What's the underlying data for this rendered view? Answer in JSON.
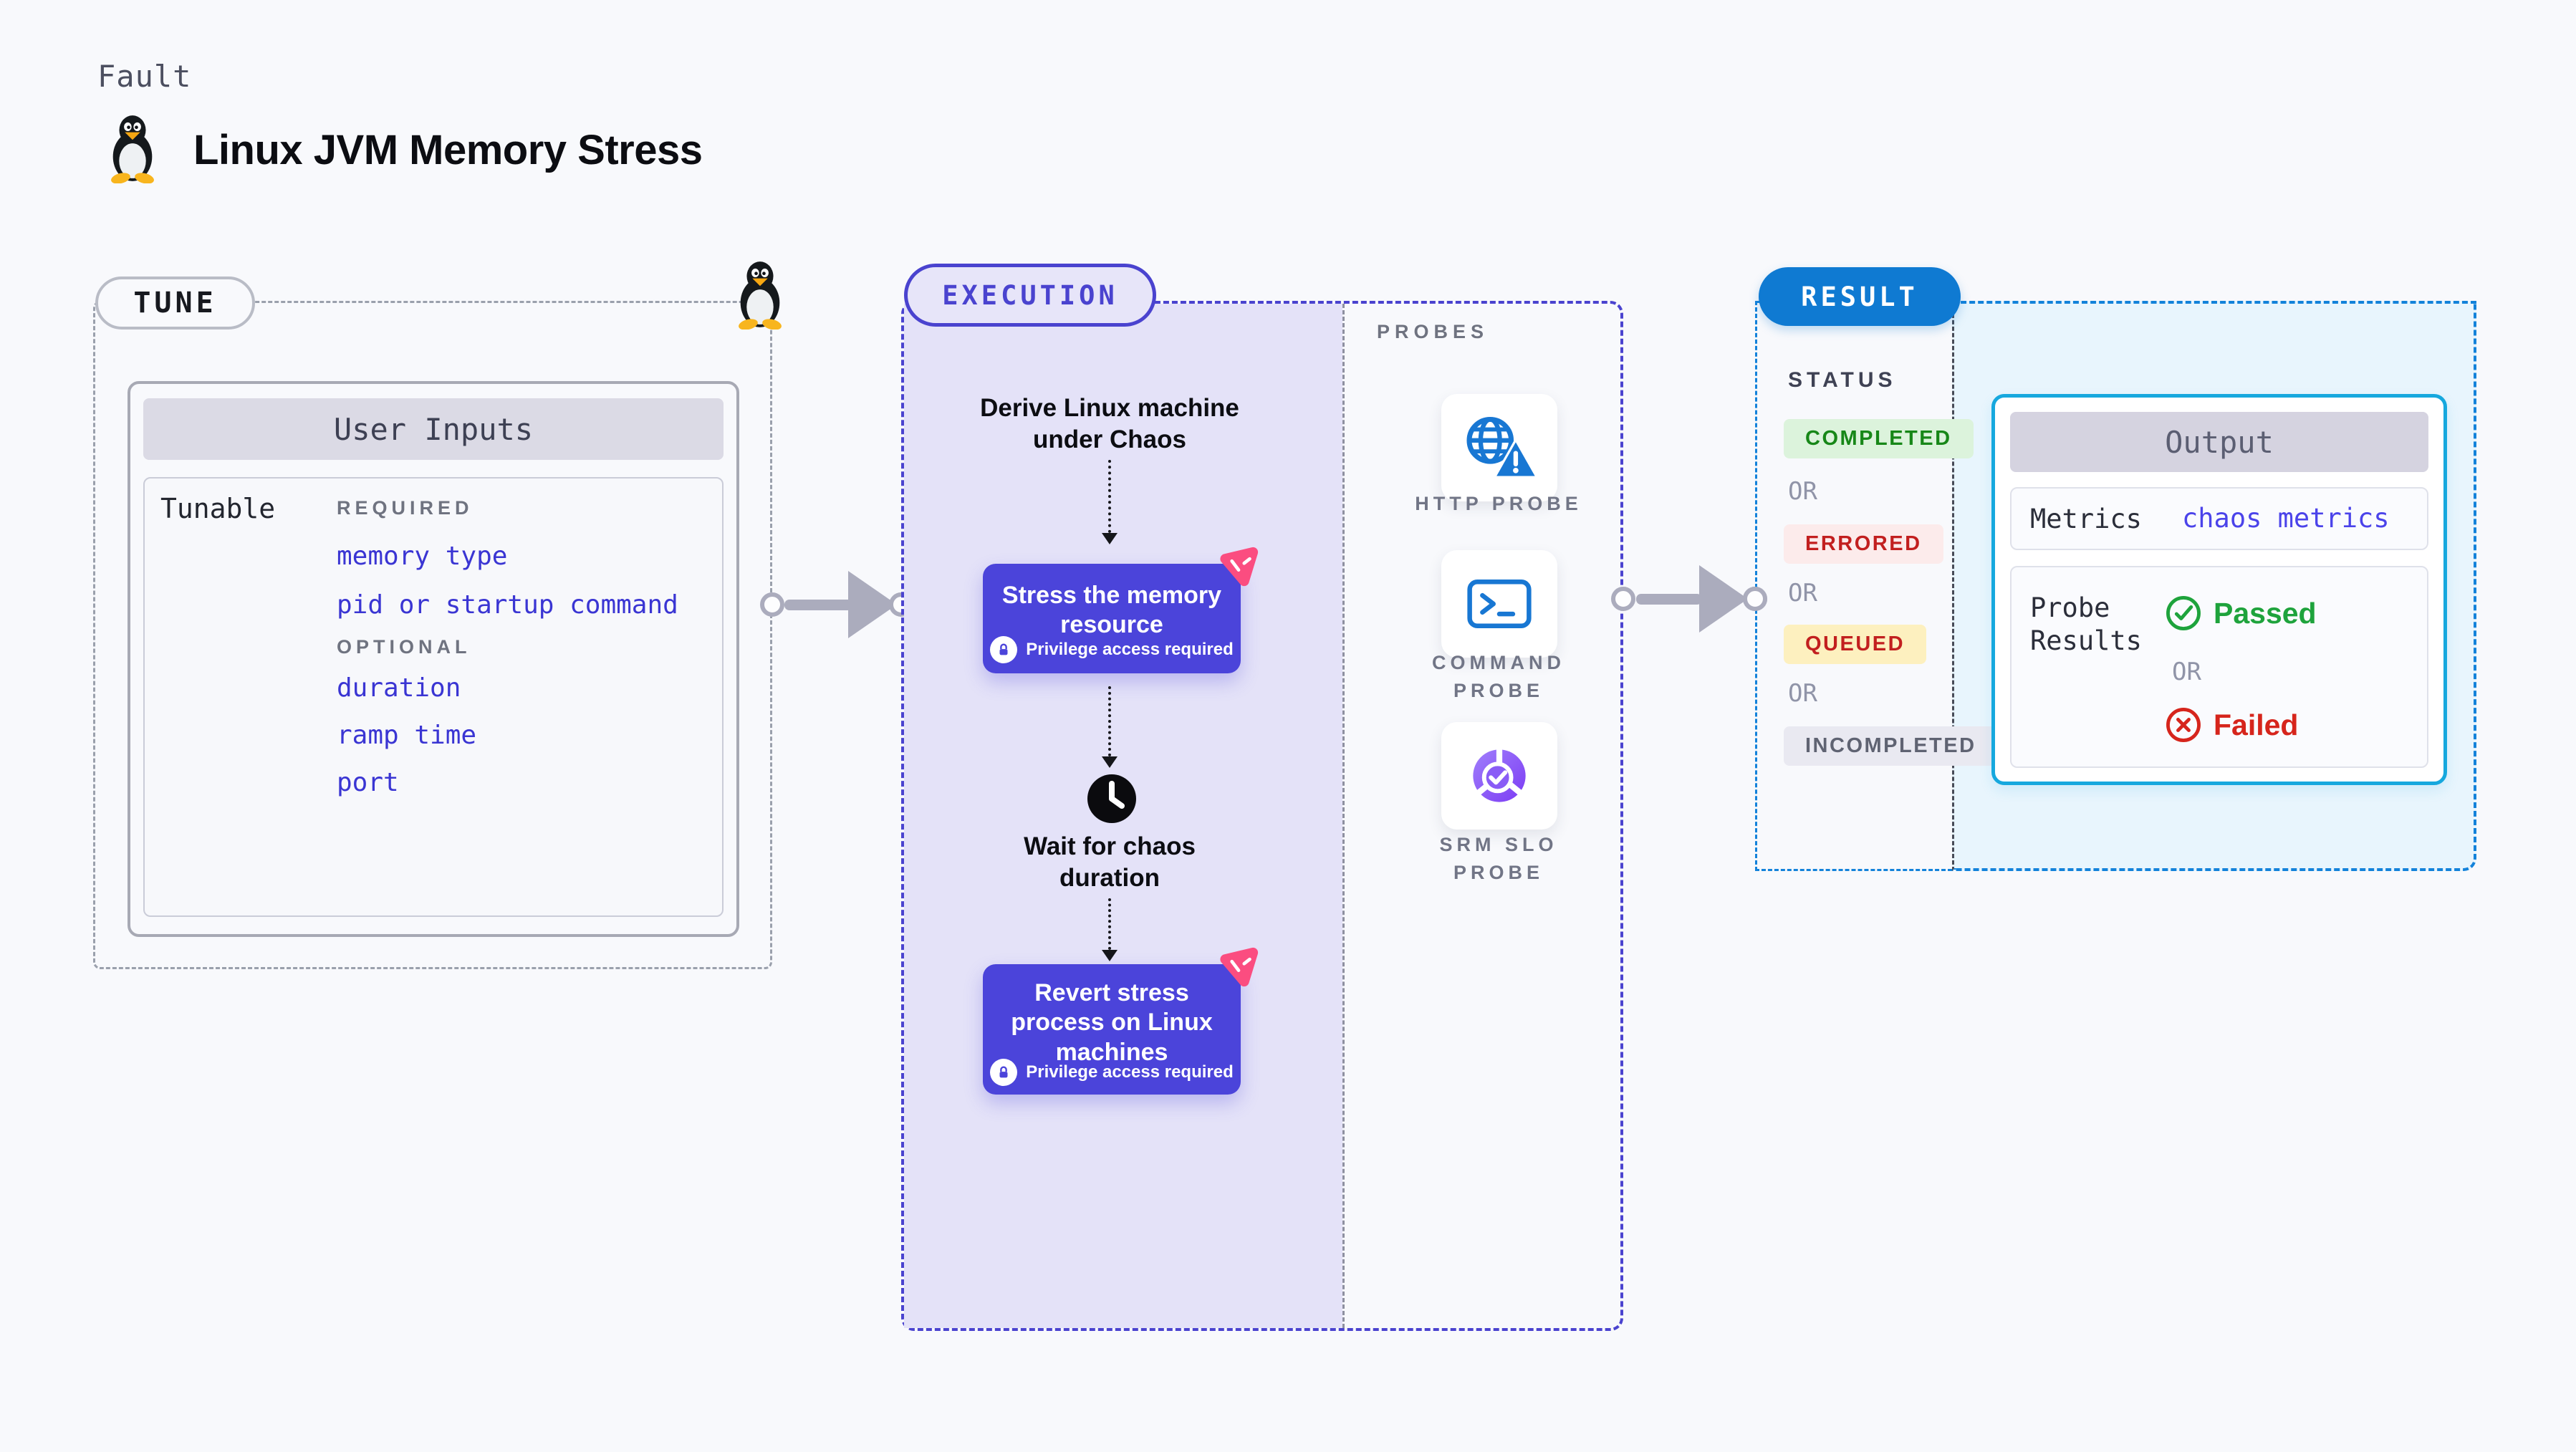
{
  "header": {
    "kicker": "Fault",
    "title": "Linux JVM Memory Stress"
  },
  "tune": {
    "label": "TUNE",
    "user_inputs": {
      "header": "User Inputs",
      "row_label": "Tunable",
      "required_label": "REQUIRED",
      "required_items": [
        "memory type",
        "pid or startup command"
      ],
      "optional_label": "OPTIONAL",
      "optional_items": [
        "duration",
        "ramp time",
        "port"
      ]
    }
  },
  "execution": {
    "label": "EXECUTION",
    "step1": "Derive Linux machine under Chaos",
    "step2": "Stress the memory resource",
    "step3": "Wait for chaos duration",
    "step4": "Revert stress process on Linux machines",
    "privilege_note": "Privilege access required"
  },
  "probes": {
    "label": "PROBES",
    "items": [
      {
        "name": "HTTP PROBE",
        "icon": "globe-alert-icon"
      },
      {
        "name": "COMMAND PROBE",
        "icon": "terminal-icon"
      },
      {
        "name": "SRM SLO PROBE",
        "icon": "slo-pie-icon"
      }
    ]
  },
  "result": {
    "label": "RESULT",
    "status": {
      "label": "STATUS",
      "completed": "COMPLETED",
      "errored": "ERRORED",
      "queued": "QUEUED",
      "incompleted": "INCOMPLETED",
      "or": "OR"
    },
    "output": {
      "header": "Output",
      "metrics_label": "Metrics",
      "metrics_value": "chaos metrics",
      "probe_results_label": "Probe Results",
      "passed": "Passed",
      "or": "OR",
      "failed": "Failed"
    }
  },
  "colors": {
    "accent_indigo": "#4a43cf",
    "node_purple": "#4b44da",
    "result_blue": "#0f7ad2",
    "probe_blue": "#1877d3",
    "chaos_pink": "#fb4d80",
    "passed_green": "#1ea33c",
    "failed_red": "#d6251c",
    "link_blue": "#3a35d3"
  }
}
